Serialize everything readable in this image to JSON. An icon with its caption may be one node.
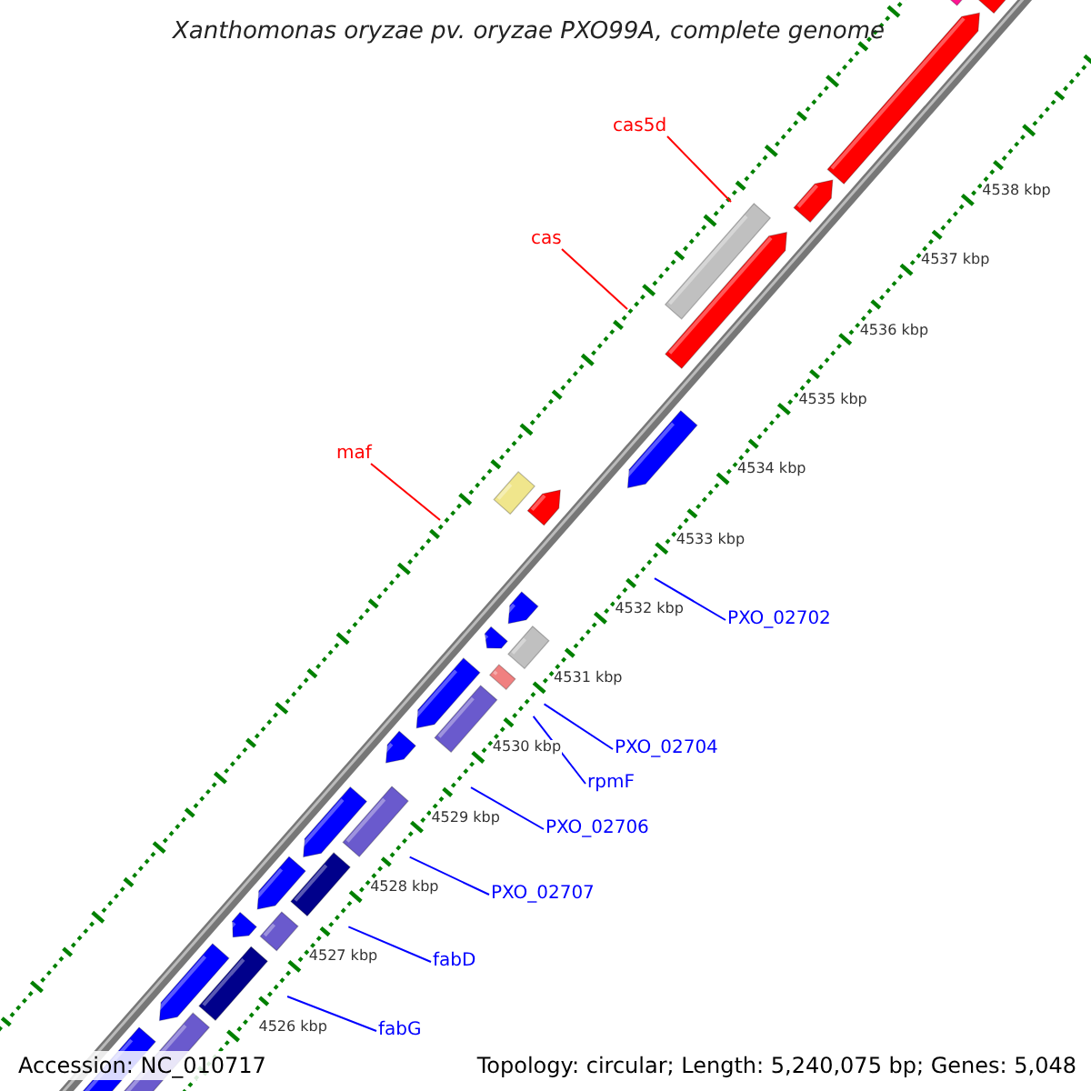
{
  "diagram": {
    "title": "Xanthomonas oryzae pv. oryzae PXO99A, complete genome",
    "nodes": [
      {
        "text": [
          "cas5d"
        ]
      },
      {
        "text": [
          "cas"
        ]
      },
      {
        "text": [
          "maf"
        ]
      },
      {
        "text": [
          "PXO_02702"
        ]
      },
      {
        "text": [
          "PXO_02704"
        ]
      },
      {
        "text": [
          "rpmF"
        ]
      },
      {
        "text": [
          "PXO_02706"
        ]
      },
      {
        "text": [
          "PXO_02707"
        ]
      },
      {
        "text": [
          "fabD"
        ]
      },
      {
        "text": [
          "fabG"
        ]
      }
    ],
    "edges": [
      {
        "from": 0,
        "to": null,
        "arrow": "none",
        "color": "#ff0000"
      },
      {
        "from": 1,
        "to": null,
        "arrow": "none",
        "color": "#ff0000"
      },
      {
        "from": 2,
        "to": null,
        "arrow": "none",
        "color": "#ff0000"
      },
      {
        "from": 3,
        "to": null,
        "arrow": "none"
      },
      {
        "from": 4,
        "to": null,
        "arrow": "none"
      },
      {
        "from": 5,
        "to": null,
        "arrow": "none"
      },
      {
        "from": 6,
        "to": null,
        "arrow": "none"
      },
      {
        "from": 7,
        "to": null,
        "arrow": "none"
      },
      {
        "from": 8,
        "to": null,
        "arrow": "none"
      },
      {
        "from": 9,
        "to": null,
        "arrow": "none"
      }
    ],
    "labels": [
      "4538 kbp",
      "4537 kbp",
      "4536 kbp",
      "4535 kbp",
      "4534 kbp",
      "4533 kbp",
      "4532 kbp",
      "4531 kbp",
      "4530 kbp",
      "4529 kbp",
      "4528 kbp",
      "4527 kbp",
      "4526 kbp",
      "Accession: NC_010717",
      "Topology: circular; Length: 5,240,075 bp; Genes: 5,048"
    ]
  }
}
